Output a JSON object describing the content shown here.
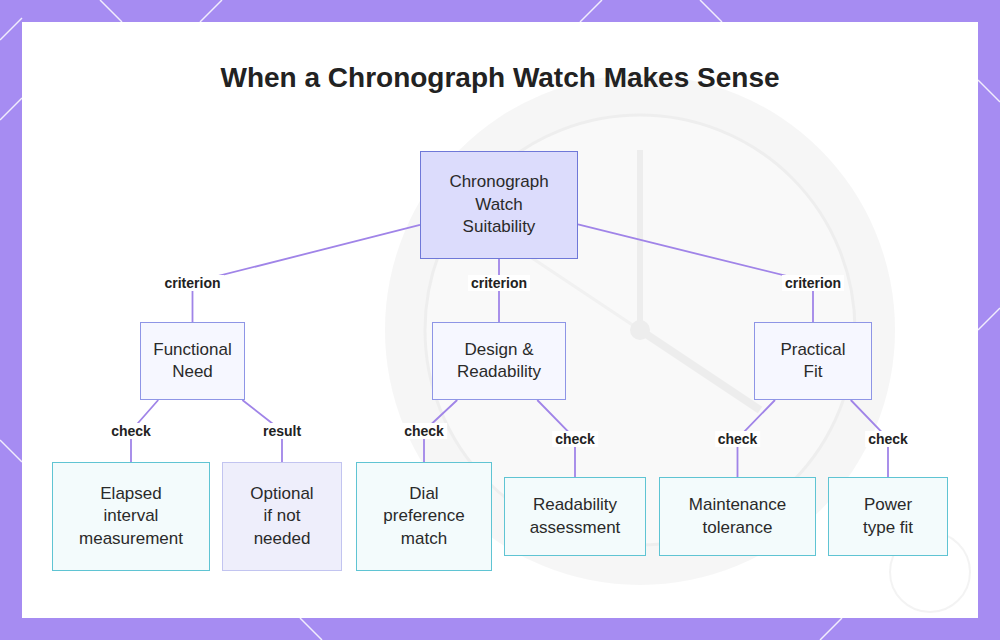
{
  "diagram": {
    "title": "When a Chronograph Watch Makes Sense",
    "nodes": [
      {
        "text": [
          "Chronograph Watch Suitability"
        ]
      },
      {
        "text": [
          "Functional Need"
        ]
      },
      {
        "text": [
          "Design & Readability"
        ]
      },
      {
        "text": [
          "Practical Fit"
        ]
      },
      {
        "text": [
          "Elapsed interval measurement"
        ]
      },
      {
        "text": [
          "Optional if not needed"
        ]
      },
      {
        "text": [
          "Dial preference match"
        ]
      },
      {
        "text": [
          "Readability assessment"
        ]
      },
      {
        "text": [
          "Maintenance tolerance"
        ]
      },
      {
        "text": [
          "Power type fit"
        ]
      }
    ],
    "edges": [
      {
        "from": 0,
        "to": 1,
        "label": "criterion",
        "arrow": "none"
      },
      {
        "from": 0,
        "to": 2,
        "label": "criterion",
        "arrow": "none"
      },
      {
        "from": 0,
        "to": 3,
        "label": "criterion",
        "arrow": "none"
      },
      {
        "from": 1,
        "to": 4,
        "label": "check",
        "arrow": "none"
      },
      {
        "from": 1,
        "to": 5,
        "label": "result",
        "arrow": "none"
      },
      {
        "from": 2,
        "to": 6,
        "label": "check",
        "arrow": "none"
      },
      {
        "from": 2,
        "to": 7,
        "label": "check",
        "arrow": "none"
      },
      {
        "from": 3,
        "to": 8,
        "label": "check",
        "arrow": "none"
      },
      {
        "from": 3,
        "to": 9,
        "label": "check",
        "arrow": "none"
      }
    ]
  }
}
